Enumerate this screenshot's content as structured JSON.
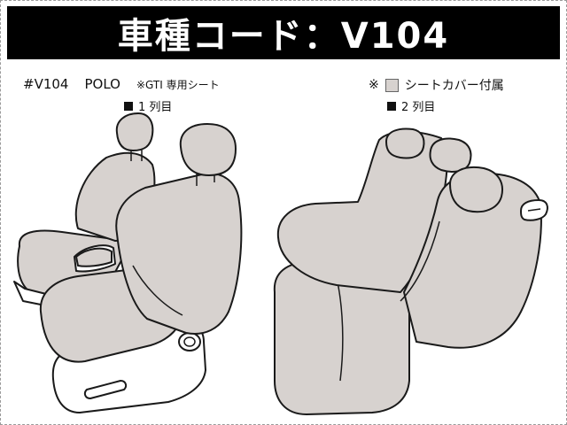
{
  "title": "車種コード：V104",
  "model": {
    "code": "#V104",
    "name": "POLO",
    "note": "※GTI 専用シート"
  },
  "front_row_label": "1 列目",
  "rear_row_label": "2 列目",
  "legend": {
    "mark": "※",
    "text": "シートカバー付属"
  },
  "colors": {
    "cover_fill": "#d7d2cf",
    "title_bg": "#000000"
  }
}
